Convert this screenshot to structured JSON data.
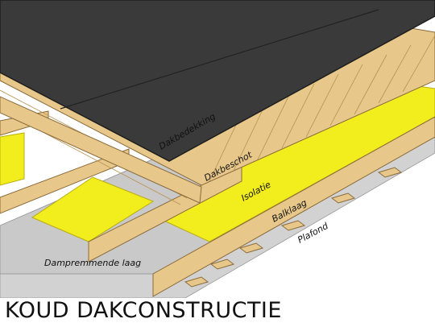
{
  "title": "KOUD DAKCONSTRUCTIE",
  "labels": {
    "dakbedekking": "Dakbedekking",
    "dakbeschot": "Dakbeschot",
    "isolatie": "Isolatie",
    "balklaag": "Balklaag",
    "plafond": "Plafond",
    "dampremmende_laag": "Dampremmende laag"
  },
  "colors": {
    "roofing": "#3a3a3a",
    "roofing_edge": "#1e1e1e",
    "wood": "#e7c88a",
    "wood_dark": "#b8904e",
    "insulation": "#f2ee1e",
    "insulation_dark": "#d4c912",
    "ceiling": "#d2d2d2",
    "membrane": "#c9c9c9"
  }
}
